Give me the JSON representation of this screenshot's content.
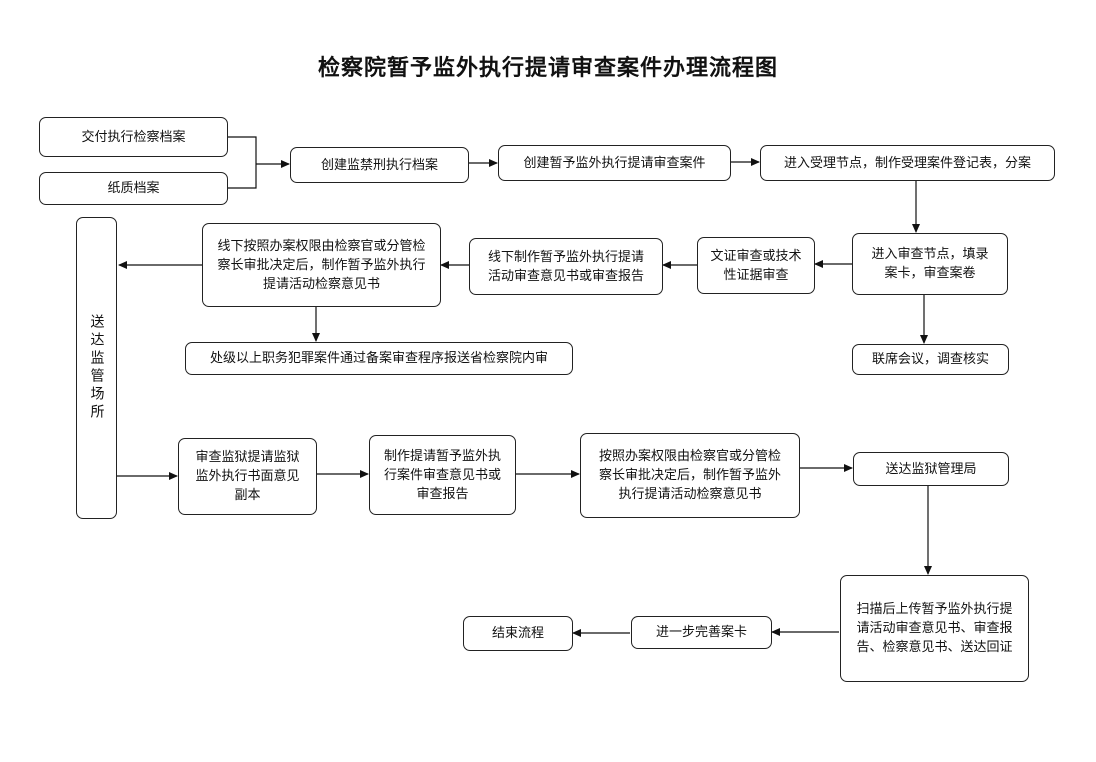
{
  "title": "检察院暂予监外执行提请审查案件办理流程图",
  "nodes": {
    "jiaofu": "交付执行检察档案",
    "zhizhi": "纸质档案",
    "chuangjian_jianjin": "创建监禁刑执行档案",
    "chuangjian_anjian": "创建暂予监外执行提请审查案件",
    "shouli": "进入受理节点，制作受理案件登记表，分案",
    "shencha_jiedian": "进入审查节点，填录案卡，审查案卷",
    "wenzheng": "文证审查或技术性证据审查",
    "xianxia_zhizuo": "线下制作暂予监外执行提请活动审查意见书或审查报告",
    "xianxia_anzhao": "线下按照办案权限由检察官或分管检察长审批决定后，制作暂予监外执行提请活动检察意见书",
    "songda_changsuo": "送达监管场所",
    "chuji": "处级以上职务犯罪案件通过备案审查程序报送省检察院内审",
    "lianxi": "联席会议，调查核实",
    "shencha_fuben": "审查监狱提请监狱监外执行书面意见副本",
    "zhizuo_yijian": "制作提请暂予监外执行案件审查意见书或审查报告",
    "anzhao_banan": "按照办案权限由检察官或分管检察长审批决定后，制作暂予监外执行提请活动检察意见书",
    "songda_guanliju": "送达监狱管理局",
    "saomiao": "扫描后上传暂予监外执行提请活动审查意见书、审查报告、检察意见书、送达回证",
    "wanshan": "进一步完善案卡",
    "jieshu": "结束流程"
  }
}
